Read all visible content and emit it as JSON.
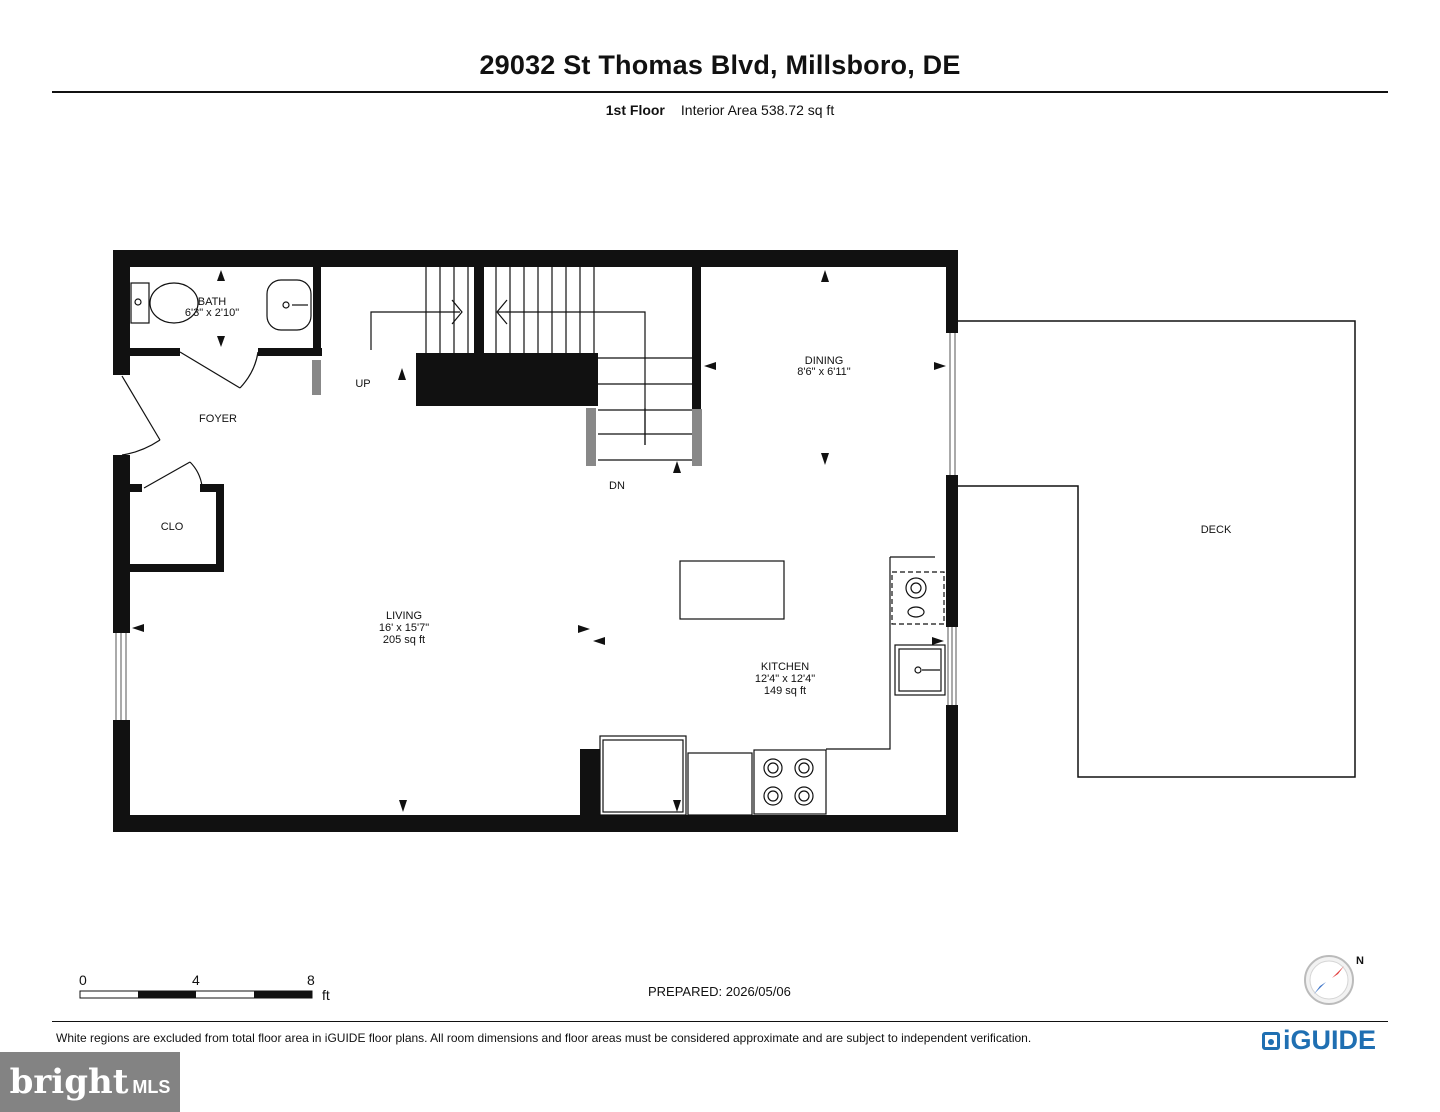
{
  "header": {
    "title": "29032 St Thomas Blvd, Millsboro, DE",
    "floor": "1st Floor",
    "interior_area": "Interior Area 538.72 sq ft"
  },
  "rooms": {
    "bath": {
      "name": "BATH",
      "dims": "6'3\" x 2'10\""
    },
    "foyer": {
      "name": "FOYER"
    },
    "clo": {
      "name": "CLO"
    },
    "up": "UP",
    "dn": "DN",
    "dining": {
      "name": "DINING",
      "dims": "8'6\" x 6'11\""
    },
    "living": {
      "name": "LIVING",
      "dims": "16' x 15'7\"",
      "area": "205 sq ft"
    },
    "kitchen": {
      "name": "KITCHEN",
      "dims": "12'4\" x 12'4\"",
      "area": "149 sq ft"
    },
    "deck": {
      "name": "DECK"
    }
  },
  "scale": {
    "ticks": [
      "0",
      "4",
      "8"
    ],
    "unit": "ft"
  },
  "prepared": "PREPARED: 2026/05/06",
  "footer": {
    "disclaimer": "White regions are excluded from total floor area in iGUIDE floor plans. All room dimensions and floor areas must be considered approximate and are subject to independent verification.",
    "brand": "iGUIDE"
  },
  "compass": {
    "north": "N"
  },
  "watermark": {
    "word": "bright",
    "suffix": "MLS"
  },
  "colors": {
    "wall": "#111111",
    "brand": "#1f6fb2",
    "compass_red": "#e23b3b",
    "compass_blue": "#3a72c7"
  }
}
